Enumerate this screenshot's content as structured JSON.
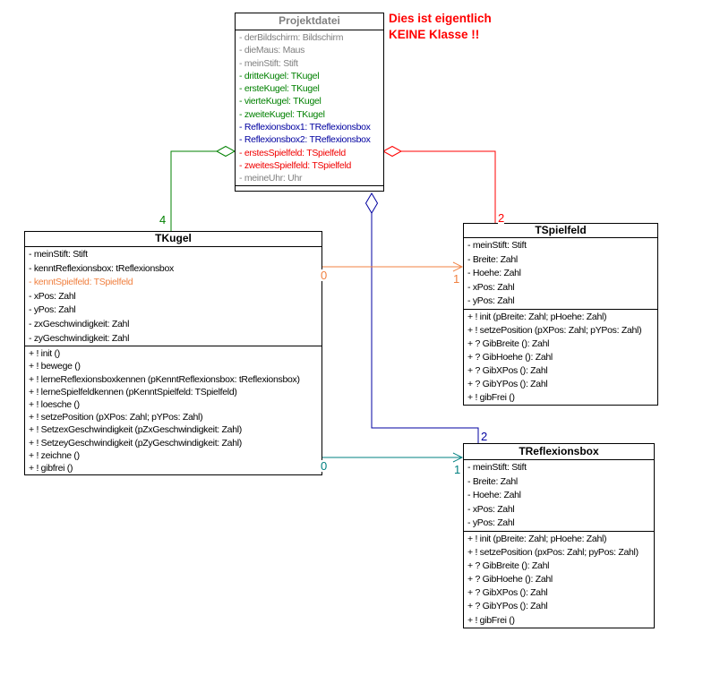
{
  "annotation": {
    "line1": "Dies ist eigentlich",
    "line2": "KEINE Klasse !!"
  },
  "colors": {
    "gray": "#808080",
    "green": "#008000",
    "navy": "#0000a0",
    "red": "#ff0000",
    "orange": "#f08040",
    "teal": "#008080",
    "black": "#000000"
  },
  "classes": {
    "projektdatei": {
      "title": "Projektdatei",
      "attributes": [
        {
          "text": "- derBildschirm: Bildschirm",
          "color": "gray"
        },
        {
          "text": "- dieMaus: Maus",
          "color": "gray"
        },
        {
          "text": "- meinStift: Stift",
          "color": "gray"
        },
        {
          "text": "- dritteKugel: TKugel",
          "color": "green"
        },
        {
          "text": "- ersteKugel: TKugel",
          "color": "green"
        },
        {
          "text": "- vierteKugel: TKugel",
          "color": "green"
        },
        {
          "text": "- zweiteKugel: TKugel",
          "color": "green"
        },
        {
          "text": "- Reflexionsbox1: TReflexionsbox",
          "color": "navy"
        },
        {
          "text": "- Reflexionsbox2: TReflexionsbox",
          "color": "navy"
        },
        {
          "text": "- erstesSpielfeld: TSpielfeld",
          "color": "red"
        },
        {
          "text": "- zweitesSpielfeld: TSpielfeld",
          "color": "red"
        },
        {
          "text": "- meineUhr: Uhr",
          "color": "gray"
        }
      ],
      "methods": []
    },
    "tkugel": {
      "title": "TKugel",
      "attributes": [
        {
          "text": "- meinStift: Stift"
        },
        {
          "text": "- kenntReflexionsbox: tReflexionsbox"
        },
        {
          "text": "- kenntSpielfeld: TSpielfeld",
          "color": "orange"
        },
        {
          "text": "- xPos: Zahl"
        },
        {
          "text": "- yPos: Zahl"
        },
        {
          "text": "- zxGeschwindigkeit: Zahl"
        },
        {
          "text": "- zyGeschwindigkeit: Zahl"
        }
      ],
      "methods": [
        {
          "text": "+ ! init ()"
        },
        {
          "text": "+ ! bewege ()"
        },
        {
          "text": "+ ! lerneReflexionsboxkennen (pKenntReflexionsbox: tReflexionsbox)"
        },
        {
          "text": "+ ! lerneSpielfeldkennen (pKenntSpielfeld: TSpielfeld)"
        },
        {
          "text": "+ ! loesche ()"
        },
        {
          "text": "+ ! setzePosition (pXPos: Zahl; pYPos: Zahl)"
        },
        {
          "text": "+ ! SetzexGeschwindigkeit (pZxGeschwindigkeit: Zahl)"
        },
        {
          "text": "+ ! SetzeyGeschwindigkeit (pZyGeschwindigkeit: Zahl)"
        },
        {
          "text": "+ ! zeichne ()"
        },
        {
          "text": "+ ! gibfrei ()"
        }
      ]
    },
    "tspielfeld": {
      "title": "TSpielfeld",
      "attributes": [
        {
          "text": "- meinStift: Stift"
        },
        {
          "text": "- Breite: Zahl"
        },
        {
          "text": "- Hoehe: Zahl"
        },
        {
          "text": "- xPos: Zahl"
        },
        {
          "text": "- yPos: Zahl"
        }
      ],
      "methods": [
        {
          "text": "+ ! init (pBreite: Zahl; pHoehe: Zahl)"
        },
        {
          "text": "+ ! setzePosition (pXPos: Zahl; pYPos: Zahl)"
        },
        {
          "text": "+ ? GibBreite (): Zahl"
        },
        {
          "text": "+ ? GibHoehe (): Zahl"
        },
        {
          "text": "+ ? GibXPos (): Zahl"
        },
        {
          "text": "+ ? GibYPos (): Zahl"
        },
        {
          "text": "+ ! gibFrei ()"
        }
      ]
    },
    "treflexionsbox": {
      "title": "TReflexionsbox",
      "attributes": [
        {
          "text": "- meinStift: Stift"
        },
        {
          "text": "- Breite: Zahl"
        },
        {
          "text": "- Hoehe: Zahl"
        },
        {
          "text": "- xPos: Zahl"
        },
        {
          "text": "- yPos: Zahl"
        }
      ],
      "methods": [
        {
          "text": "+ ! init (pBreite: Zahl; pHoehe: Zahl)"
        },
        {
          "text": "+ ! setzePosition (pxPos: Zahl; pyPos: Zahl)"
        },
        {
          "text": "+ ? GibBreite (): Zahl"
        },
        {
          "text": "+ ? GibHoehe (): Zahl"
        },
        {
          "text": "+ ? GibXPos (): Zahl"
        },
        {
          "text": "+ ? GibYPos (): Zahl"
        },
        {
          "text": "+ ! gibFrei ()"
        }
      ]
    }
  },
  "connectors": [
    {
      "name": "projektdatei-tkugel",
      "type": "aggregation",
      "color": "green",
      "multiplicity": "4"
    },
    {
      "name": "projektdatei-tspielfeld",
      "type": "aggregation",
      "color": "red",
      "multiplicity": "2"
    },
    {
      "name": "projektdatei-treflexionsbox",
      "type": "aggregation",
      "color": "navy",
      "multiplicity": "2"
    },
    {
      "name": "tkugel-tspielfeld",
      "type": "association",
      "color": "orange",
      "from_multiplicity": "0",
      "to_multiplicity": "1"
    },
    {
      "name": "tkugel-treflexionsbox",
      "type": "association",
      "color": "teal",
      "from_multiplicity": "0",
      "to_multiplicity": "1"
    }
  ]
}
